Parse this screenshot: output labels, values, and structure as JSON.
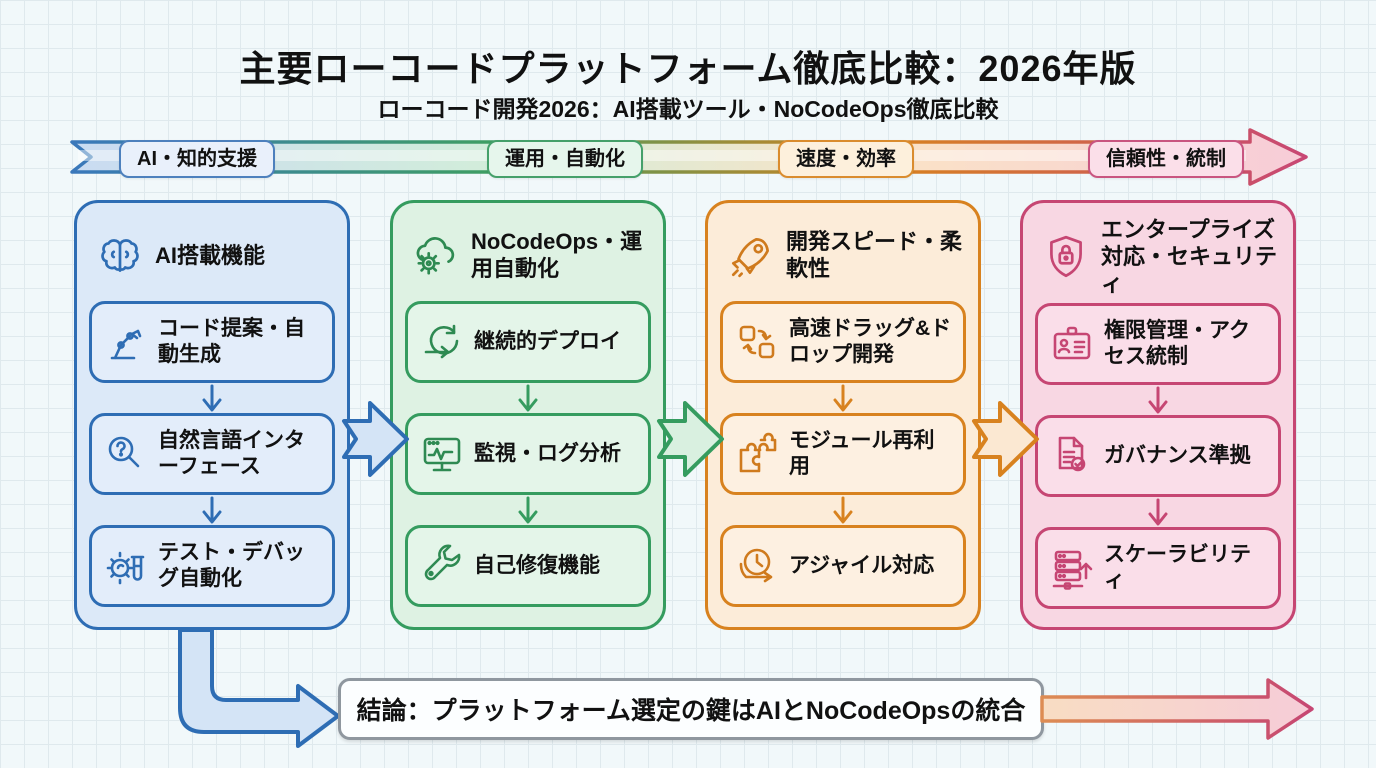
{
  "page": {
    "title": "主要ローコードプラットフォーム徹底比較：2026年版",
    "subtitle": "ローコード開発2026：AI搭載ツール・NoCodeOps徹底比較"
  },
  "timeline": {
    "labels": [
      "AI・知的支援",
      "運用・自動化",
      "速度・効率",
      "信頼性・統制"
    ]
  },
  "columns": [
    {
      "title": "AI搭載機能",
      "icon": "brain-icon",
      "accent": "#2e6db4",
      "fill": "#dce9f8",
      "items": [
        {
          "label": "コード提案・自動生成",
          "icon": "robot-arm-icon"
        },
        {
          "label": "自然言語インターフェース",
          "icon": "magnifier-question-icon"
        },
        {
          "label": "テスト・デバッグ自動化",
          "icon": "gear-testtube-icon"
        }
      ]
    },
    {
      "title": "NoCodeOps・運用自動化",
      "icon": "cloud-gear-icon",
      "accent": "#359c5f",
      "fill": "#def2e3",
      "items": [
        {
          "label": "継続的デプロイ",
          "icon": "cycle-arrows-icon"
        },
        {
          "label": "監視・ログ分析",
          "icon": "monitor-pulse-icon"
        },
        {
          "label": "自己修復機能",
          "icon": "wrench-icon"
        }
      ]
    },
    {
      "title": "開発スピード・柔軟性",
      "icon": "rocket-icon",
      "accent": "#d8821f",
      "fill": "#fcecd9",
      "items": [
        {
          "label": "高速ドラッグ&ドロップ開発",
          "icon": "drag-drop-icon"
        },
        {
          "label": "モジュール再利用",
          "icon": "puzzle-icon"
        },
        {
          "label": "アジャイル対応",
          "icon": "agile-clock-icon"
        }
      ]
    },
    {
      "title": "エンタープライズ対応・セキュリティ",
      "icon": "shield-lock-icon",
      "accent": "#c64673",
      "fill": "#f8d7e3",
      "items": [
        {
          "label": "権限管理・アクセス統制",
          "icon": "id-card-icon"
        },
        {
          "label": "ガバナンス準拠",
          "icon": "document-check-icon"
        },
        {
          "label": "スケーラビリティ",
          "icon": "server-scale-icon"
        }
      ]
    }
  ],
  "conclusion": {
    "text": "結論：プラットフォーム選定の鍵はAIとNoCodeOpsの統合"
  },
  "colors": {
    "blue": "#2e6db4",
    "green": "#359c5f",
    "orange": "#d8821f",
    "pink": "#c64673",
    "background": "#f1f8fa",
    "grid": "#dfe9ed",
    "conclusion_border": "#8f979f"
  }
}
